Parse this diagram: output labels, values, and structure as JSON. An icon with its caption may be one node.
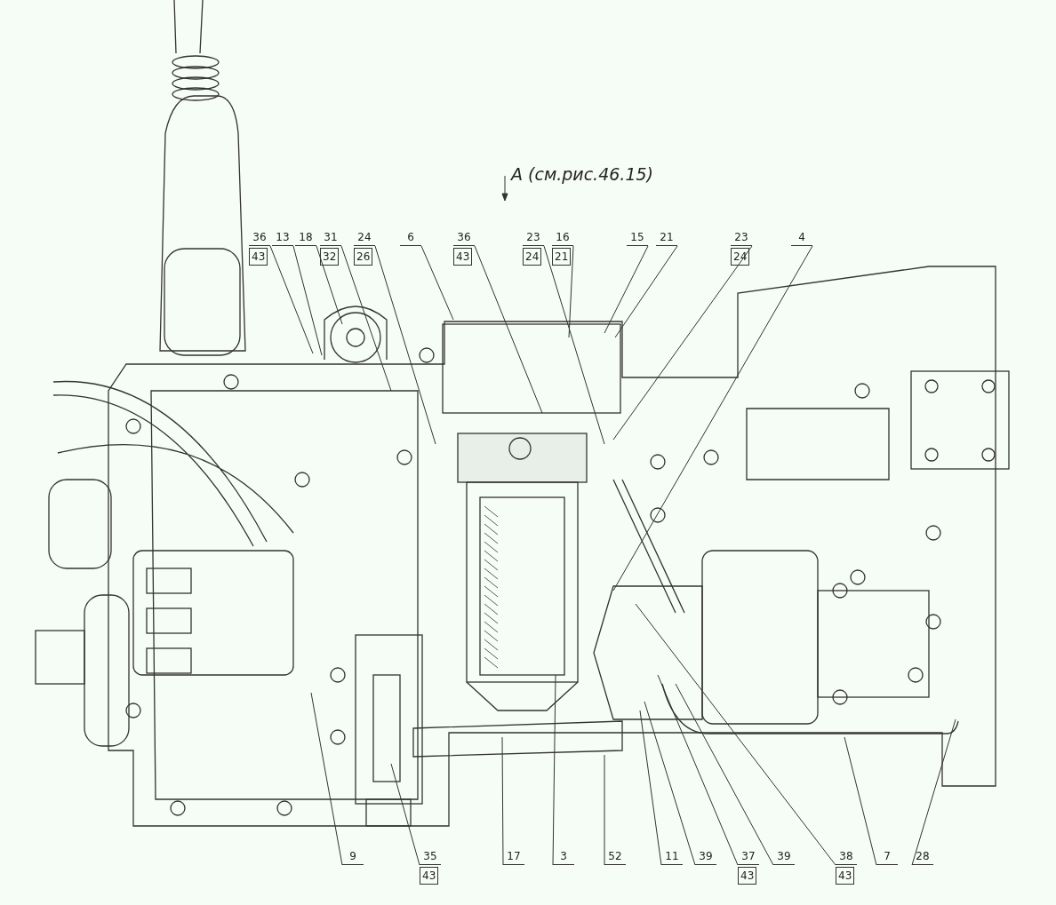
{
  "diagram": {
    "nodes": [
      {
        "text": [
          "36",
          "43"
        ]
      },
      {
        "text": [
          "13"
        ]
      },
      {
        "text": [
          "18"
        ]
      },
      {
        "text": [
          "31",
          "32"
        ]
      },
      {
        "text": [
          "24",
          "26"
        ]
      },
      {
        "text": [
          "6"
        ]
      },
      {
        "text": [
          "36",
          "43"
        ]
      },
      {
        "text": [
          "23",
          "24"
        ]
      },
      {
        "text": [
          "16",
          "21"
        ]
      },
      {
        "text": [
          "15"
        ]
      },
      {
        "text": [
          "21"
        ]
      },
      {
        "text": [
          "23",
          "24"
        ]
      },
      {
        "text": [
          "4"
        ]
      },
      {
        "text": [
          "9"
        ]
      },
      {
        "text": [
          "35",
          "43"
        ]
      },
      {
        "text": [
          "17"
        ]
      },
      {
        "text": [
          "3"
        ]
      },
      {
        "text": [
          "52"
        ]
      },
      {
        "text": [
          "11"
        ]
      },
      {
        "text": [
          "39"
        ]
      },
      {
        "text": [
          "37",
          "43"
        ]
      },
      {
        "text": [
          "39"
        ]
      },
      {
        "text": [
          "38",
          "43"
        ]
      },
      {
        "text": [
          "7"
        ]
      },
      {
        "text": [
          "28"
        ]
      }
    ],
    "edges": [
      {
        "from": 0,
        "to": null,
        "arrow": "none"
      },
      {
        "from": 1,
        "to": null,
        "arrow": "none"
      },
      {
        "from": 2,
        "to": null,
        "arrow": "none"
      },
      {
        "from": 3,
        "to": null,
        "arrow": "none"
      },
      {
        "from": 4,
        "to": null,
        "arrow": "none"
      },
      {
        "from": 5,
        "to": null,
        "arrow": "none"
      },
      {
        "from": 6,
        "to": null,
        "arrow": "none"
      },
      {
        "from": 7,
        "to": null,
        "arrow": "none"
      },
      {
        "from": 8,
        "to": null,
        "arrow": "none"
      },
      {
        "from": 9,
        "to": null,
        "arrow": "none"
      },
      {
        "from": 10,
        "to": null,
        "arrow": "none"
      },
      {
        "from": 11,
        "to": null,
        "arrow": "none"
      },
      {
        "from": 12,
        "to": null,
        "arrow": "none"
      },
      {
        "from": 13,
        "to": null,
        "arrow": "none"
      },
      {
        "from": 14,
        "to": null,
        "arrow": "none"
      },
      {
        "from": 15,
        "to": null,
        "arrow": "none"
      },
      {
        "from": 16,
        "to": null,
        "arrow": "none"
      },
      {
        "from": 17,
        "to": null,
        "arrow": "none"
      },
      {
        "from": 18,
        "to": null,
        "arrow": "none"
      },
      {
        "from": 19,
        "to": null,
        "arrow": "none"
      },
      {
        "from": 20,
        "to": null,
        "arrow": "none"
      },
      {
        "from": 21,
        "to": null,
        "arrow": "none"
      },
      {
        "from": 22,
        "to": null,
        "arrow": "none"
      },
      {
        "from": 23,
        "to": null,
        "arrow": "none"
      },
      {
        "from": 24,
        "to": null,
        "arrow": "none"
      }
    ],
    "labels": [
      "A (см.рис.46.15)"
    ]
  }
}
